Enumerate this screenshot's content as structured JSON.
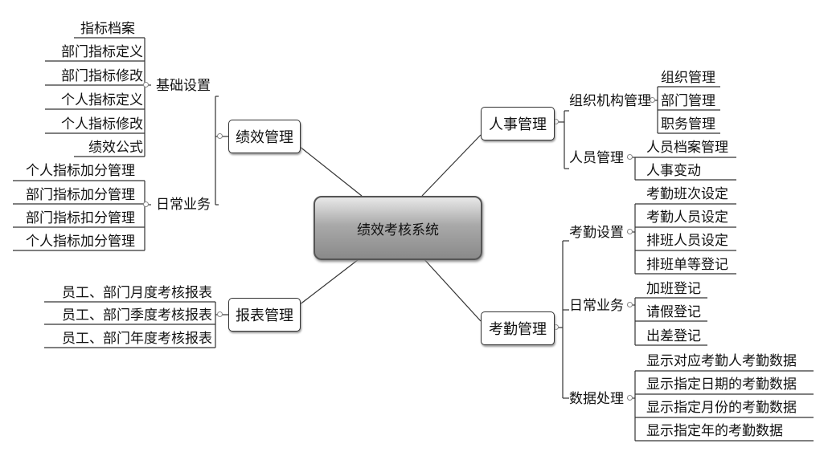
{
  "root": "绩效考核系统",
  "left": {
    "perf": {
      "label": "绩效管理",
      "basic": {
        "label": "基础设置",
        "items": [
          "指标档案",
          "部门指标定义",
          "部门指标修改",
          "个人指标定义",
          "个人指标修改",
          "绩效公式"
        ]
      },
      "daily": {
        "label": "日常业务",
        "items": [
          "个人指标加分管理",
          "部门指标加分管理",
          "部门指标扣分管理",
          "个人指标加分管理"
        ]
      }
    },
    "report": {
      "label": "报表管理",
      "items": [
        "员工、部门月度考核报表",
        "员工、部门季度考核报表",
        "员工、部门年度考核报表"
      ]
    }
  },
  "right": {
    "hr": {
      "label": "人事管理",
      "org": {
        "label": "组织机构管理",
        "items": [
          "组织管理",
          "部门管理",
          "职务管理"
        ]
      },
      "staff": {
        "label": "人员管理",
        "items": [
          "人员档案管理",
          "人事变动"
        ]
      }
    },
    "att": {
      "label": "考勤管理",
      "setup": {
        "label": "考勤设置",
        "items": [
          "考勤班次设定",
          "考勤人员设定",
          "排班人员设定",
          "排班单等登记"
        ]
      },
      "daily": {
        "label": "日常业务",
        "items": [
          "加班登记",
          "请假登记",
          "出差登记"
        ]
      },
      "data": {
        "label": "数据处理",
        "items": [
          "显示对应考勤人考勤数据",
          "显示指定日期的考勤数据",
          "显示指定月份的考勤数据",
          "显示指定年的考勤数据"
        ]
      }
    }
  }
}
